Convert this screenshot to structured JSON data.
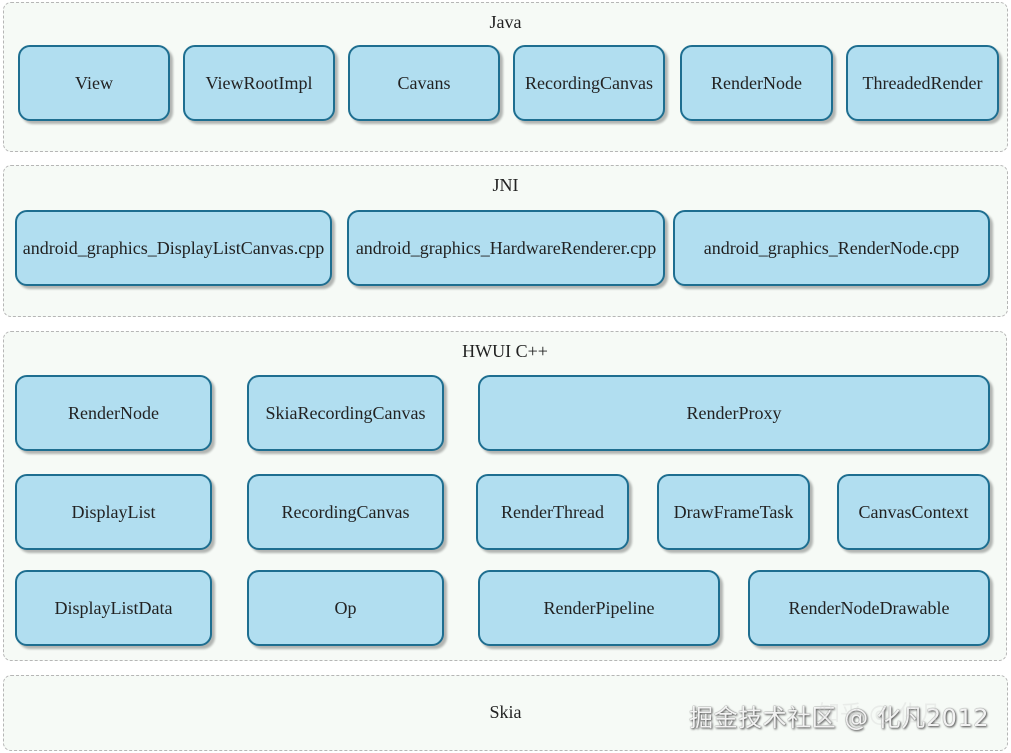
{
  "layers": {
    "java": {
      "title": "Java",
      "boxes": [
        "View",
        "ViewRootImpl",
        "Cavans",
        "RecordingCanvas",
        "RenderNode",
        "ThreadedRender"
      ]
    },
    "jni": {
      "title": "JNI",
      "boxes": [
        "android_graphics_DisplayListCanvas.cpp",
        "android_graphics_HardwareRenderer.cpp",
        "android_graphics_RenderNode.cpp"
      ]
    },
    "hwui": {
      "title": "HWUI C++",
      "boxes": [
        "RenderNode",
        "SkiaRecordingCanvas",
        "RenderProxy",
        "DisplayList",
        "RecordingCanvas",
        "RenderThread",
        "DrawFrameTask",
        "CanvasContext",
        "DisplayListData",
        "Op",
        "RenderPipeline",
        "RenderNodeDrawable"
      ]
    },
    "skia": {
      "title": "Skia"
    }
  },
  "watermark": {
    "text": "掘金技术社区 @ 化凡2012",
    "faint_text": "知乎 @ 化凡"
  },
  "colors": {
    "box_fill": "#b1def0",
    "box_border": "#1e6e90",
    "layer_fill": "#f6faf6",
    "layer_border": "#b6b6b6"
  }
}
